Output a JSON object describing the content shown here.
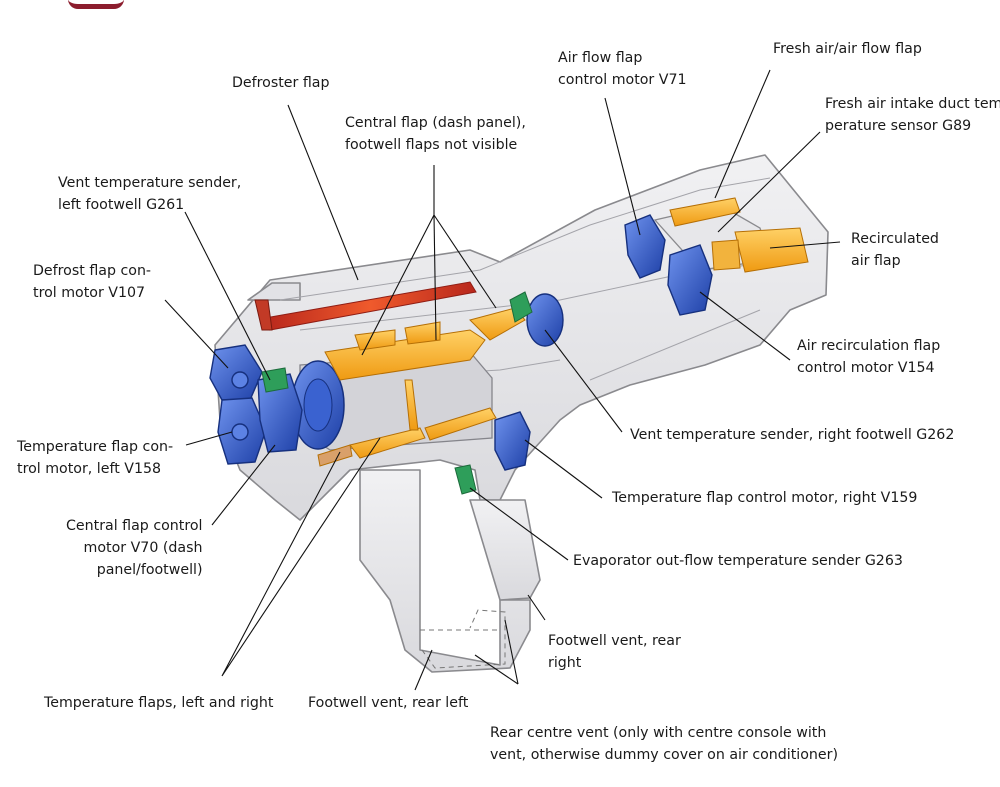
{
  "labels": {
    "defroster_flap": "Defroster flap",
    "central_flap": "Central flap (dash panel),\nfootwell flaps not visible",
    "vent_temp_left": "Vent temperature sender,\nleft footwell G261",
    "defrost_motor": "Defrost flap con-\ntrol motor V107",
    "temp_motor_left": "Temperature flap con-\ntrol motor, left V158",
    "central_motor": "Central flap control\nmotor V70 (dash\npanel/footwell)",
    "temp_flaps": "Temperature flaps, left and right",
    "footwell_rear_left": "Footwell vent, rear left",
    "rear_centre_vent": "Rear centre vent (only with centre console with\nvent, otherwise dummy cover on air conditioner)",
    "footwell_rear_right": "Footwell vent, rear\nright",
    "evaporator_sender": "Evaporator out-flow temperature sender G263",
    "temp_motor_right": "Temperature flap control motor, right V159",
    "vent_temp_right": "Vent temperature sender, right footwell G262",
    "recirc_motor": "Air recirculation flap\ncontrol motor V154",
    "recirc_flap": "Recirculated\nair flap",
    "intake_sensor": "Fresh air intake duct tem\nperature sensor G89",
    "fresh_air_flap": "Fresh air/air flow flap",
    "air_flow_motor": "Air flow flap\ncontrol motor V71"
  },
  "colors": {
    "housing": "#e6e6e8",
    "housing_stroke": "#8a8a8e",
    "motor_blue": "#2b55c8",
    "flap_orange": "#f7a81b",
    "defroster_red": "#d9321f",
    "sensor_green": "#2e9e5a",
    "accent": "#8c1d2e"
  }
}
